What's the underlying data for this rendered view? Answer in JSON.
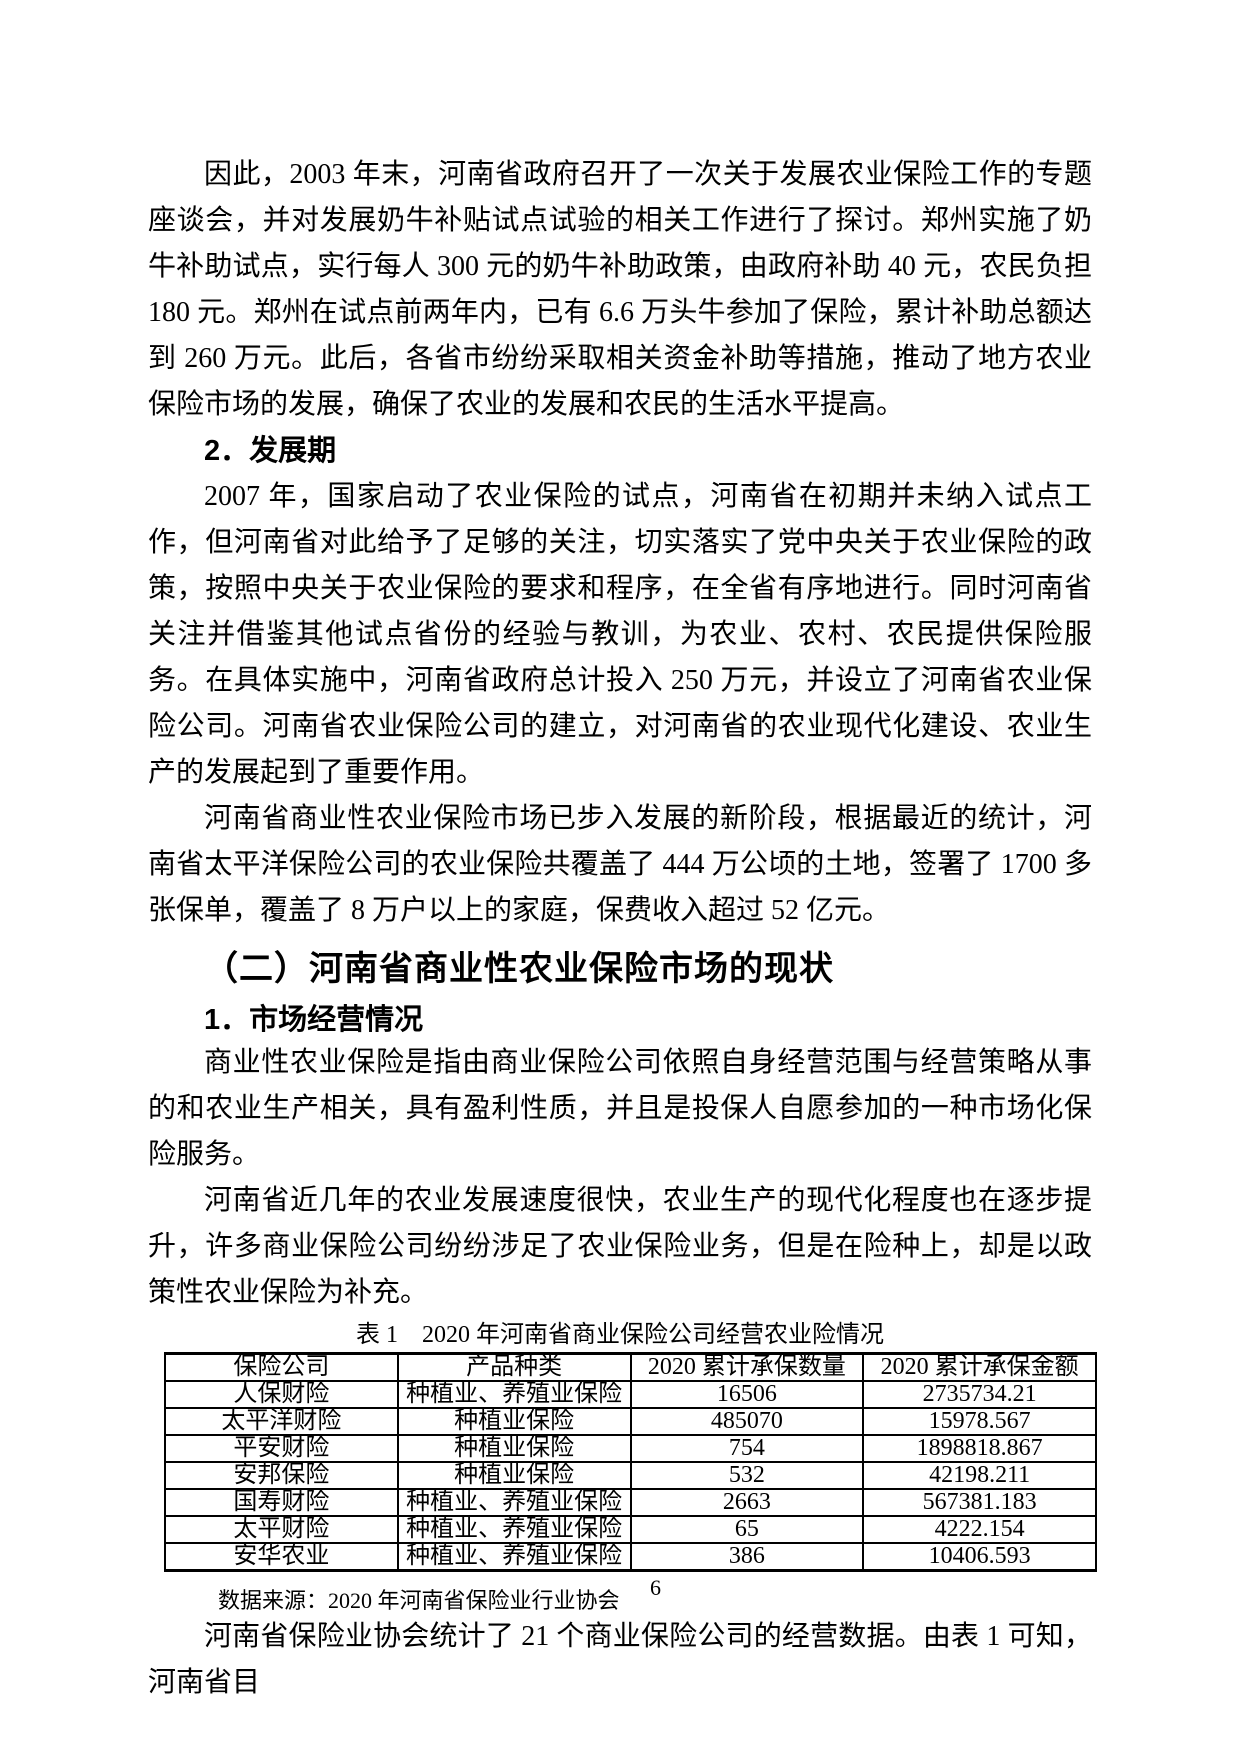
{
  "document": {
    "headings": {
      "development_phase": "2．发展期",
      "section_two": "（二）河南省商业性农业保险市场的现状",
      "market_operations": "1．市场经营情况"
    },
    "paragraphs": {
      "development_intro": "因此，2003 年末，河南省政府召开了一次关于发展农业保险工作的专题座谈会，并对发展奶牛补贴试点试验的相关工作进行了探讨。郑州实施了奶牛补助试点，实行每人 300 元的奶牛补助政策，由政府补助 40 元，农民负担 180 元。郑州在试点前两年内，已有 6.6 万头牛参加了保险，累计补助总额达到 260 万元。此后，各省市纷纷采取相关资金补助等措施，推动了地方农业保险市场的发展，确保了农业的发展和农民的生活水平提高。",
      "development_2007": "2007 年，国家启动了农业保险的试点，河南省在初期并未纳入试点工作，但河南省对此给予了足够的关注，切实落实了党中央关于农业保险的政策，按照中央关于农业保险的要求和程序，在全省有序地进行。同时河南省关注并借鉴其他试点省份的经验与教训，为农业、农村、农民提供保险服务。在具体实施中，河南省政府总计投入 250 万元，并设立了河南省农业保险公司。河南省农业保险公司的建立，对河南省的农业现代化建设、农业生产的发展起到了重要作用。",
      "commercial_market": "河南省商业性农业保险市场已步入发展的新阶段，根据最近的统计，河南省太平洋保险公司的农业保险共覆盖了 444 万公顷的土地，签署了 1700 多张保单，覆盖了 8 万户以上的家庭，保费收入超过 52 亿元。",
      "market_definition": "商业性农业保险是指由商业保险公司依照自身经营范围与经营策略从事的和农业生产相关，具有盈利性质，并且是投保人自愿参加的一种市场化保险服务。",
      "market_growth": "河南省近几年的农业发展速度很快，农业生产的现代化程度也在逐步提升，许多商业保险公司纷纷涉足了农业保险业务，但是在险种上，却是以政策性农业保险为补充。",
      "closing": "河南省保险业协会统计了 21 个商业保险公司的经营数据。由表 1 可知，河南省目"
    },
    "table": {
      "caption": "表 1　2020 年河南省商业保险公司经营农业险情况",
      "columns": [
        "保险公司",
        "产品种类",
        "2020 累计承保数量",
        "2020 累计承保金额"
      ],
      "rows": [
        [
          "人保财险",
          "种植业、养殖业保险",
          "16506",
          "2735734.21"
        ],
        [
          "太平洋财险",
          "种植业保险",
          "485070",
          "15978.567"
        ],
        [
          "平安财险",
          "种植业保险",
          "754",
          "1898818.867"
        ],
        [
          "安邦保险",
          "种植业保险",
          "532",
          "42198.211"
        ],
        [
          "国寿财险",
          "种植业、养殖业保险",
          "2663",
          "567381.183"
        ],
        [
          "太平财险",
          "种植业、养殖业保险",
          "65",
          "4222.154"
        ],
        [
          "安华农业",
          "种植业、养殖业保险",
          "386",
          "10406.593"
        ]
      ]
    },
    "source_note": "数据来源：2020 年河南省保险业行业协会",
    "page_number": "6"
  }
}
